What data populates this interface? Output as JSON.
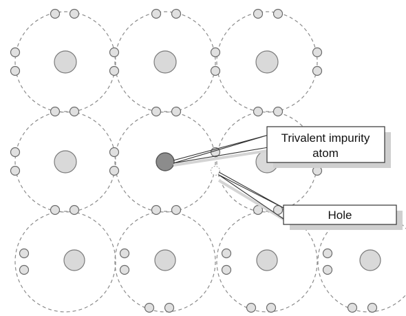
{
  "labels": {
    "impurity_line1": "Trivalent impurity",
    "impurity_line2": "atom",
    "hole": "Hole"
  },
  "colors": {
    "shell": "#8a8a8a",
    "nucleus": "#d9d9d9",
    "impurity": "#8c8c8c",
    "electron": "#e0e0e0"
  }
}
